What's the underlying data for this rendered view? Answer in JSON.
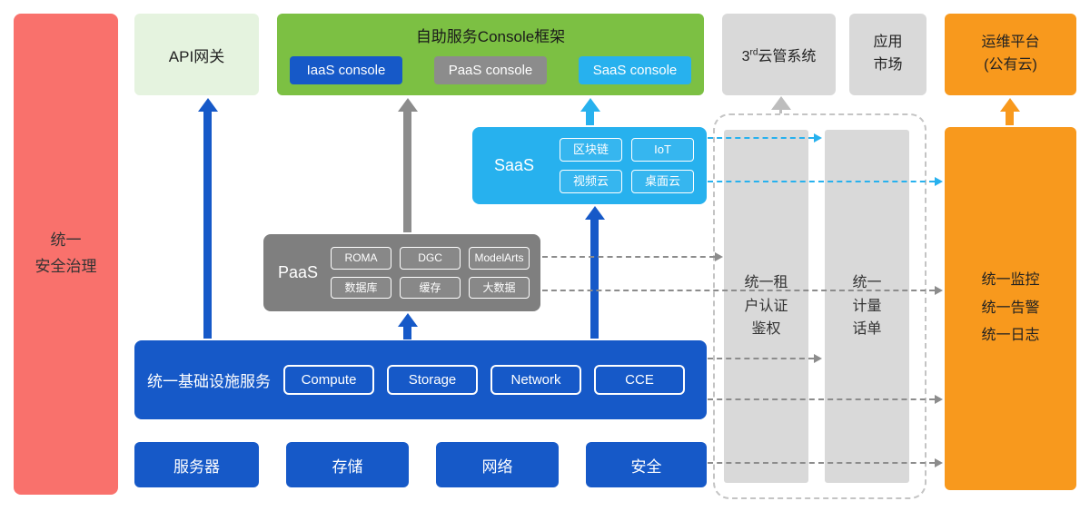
{
  "colors": {
    "red": "#f9716c",
    "light-green": "#e5f3df",
    "green": "#7cc043",
    "blue": "#1659c8",
    "gray": "#7f7f7f",
    "mid-gray": "#8c8c8c",
    "light-gray": "#d9d9d9",
    "cyan": "#27b1ee",
    "orange": "#f8991d",
    "dash-border": "#c4c4c4",
    "dark-text": "#333333"
  },
  "security_bar": {
    "label": "统一\n安全治理"
  },
  "top": {
    "api_gateway": "API网关",
    "console": {
      "title": "自助服务Console框架",
      "iaas_console": "IaaS console",
      "paas_console": "PaaS console",
      "saas_console": "SaaS console"
    },
    "third_cms": {
      "num": "3",
      "sup": "rd",
      "text": "云管系统"
    },
    "app_market": "应用\n市场",
    "om_platform": "运维平台\n(公有云)"
  },
  "saas": {
    "label": "SaaS",
    "items": [
      "区块链",
      "IoT",
      "视频云",
      "桌面云"
    ]
  },
  "paas": {
    "label": "PaaS",
    "items": [
      "ROMA",
      "DGC",
      "ModelArts",
      "数据库",
      "缓存",
      "大数据"
    ]
  },
  "iaas": {
    "label": "统一基础设施服务",
    "items": [
      "Compute",
      "Storage",
      "Network",
      "CCE"
    ]
  },
  "hardware": [
    "服务器",
    "存储",
    "网络",
    "安全"
  ],
  "pillars": {
    "auth": "统一租\n户认证\n鉴权",
    "billing": "统一\n计量\n话单",
    "monitor": "统一监控\n统一告警\n统一日志"
  }
}
